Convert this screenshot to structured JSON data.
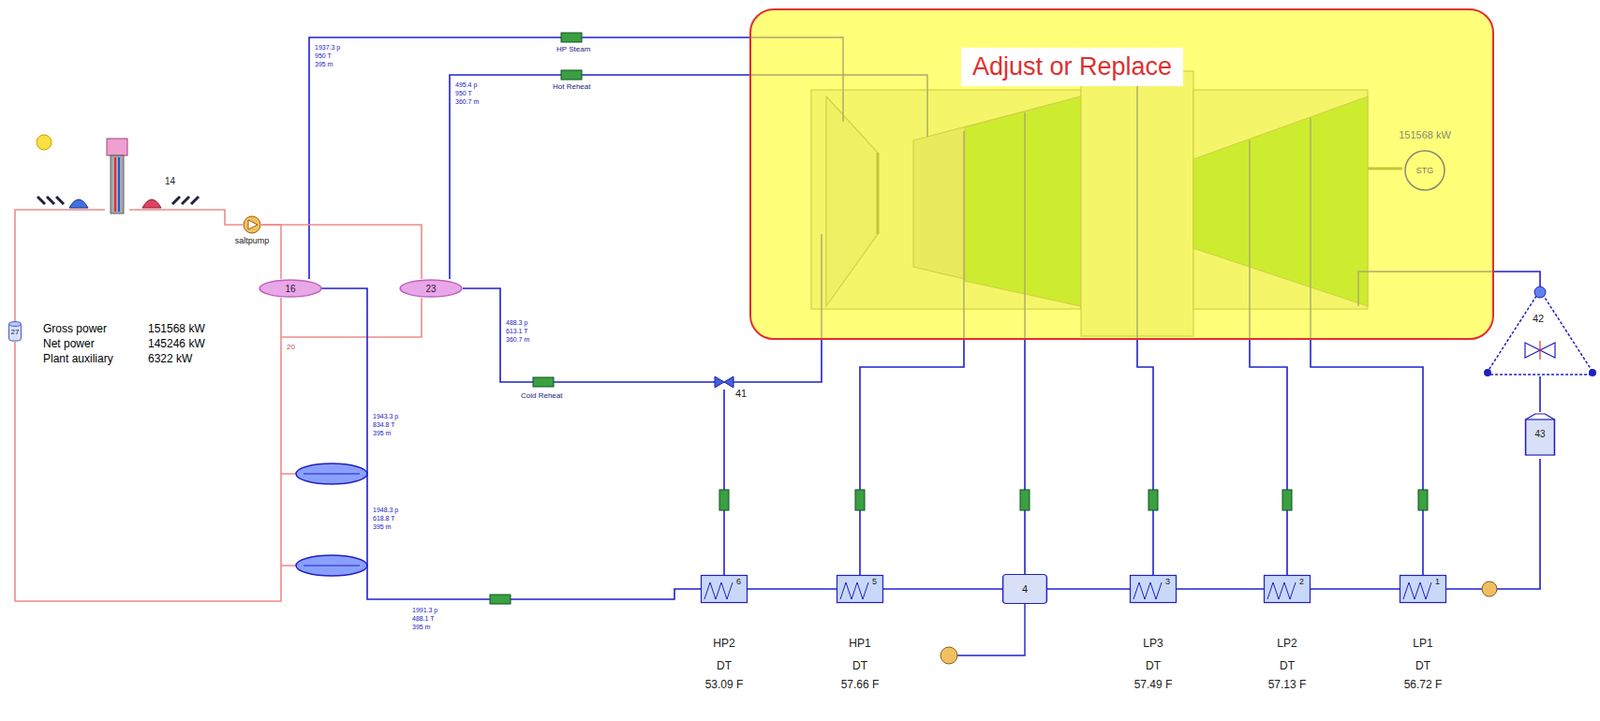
{
  "diagram": {
    "nodes": [
      {
        "text": [
          "Adjust or Replace"
        ]
      },
      {
        "text": [
          "151568 kW",
          "STG"
        ],
        "in": 0
      },
      {
        "text": [
          "27"
        ]
      },
      {
        "text": [
          "14"
        ]
      },
      {
        "text": [
          "saltpump"
        ]
      },
      {
        "text": [
          "16"
        ]
      },
      {
        "text": [
          "23"
        ]
      },
      {
        "text": [
          "41"
        ]
      },
      {
        "text": [
          "6",
          "HP2",
          "DT",
          "53.09 F"
        ]
      },
      {
        "text": [
          "5",
          "HP1",
          "DT",
          "57.66 F"
        ]
      },
      {
        "text": [
          "4"
        ]
      },
      {
        "text": [
          "3",
          "LP3",
          "DT",
          "57.49 F"
        ]
      },
      {
        "text": [
          "2",
          "LP2",
          "DT",
          "57.13 F"
        ]
      },
      {
        "text": [
          "1",
          "LP1",
          "DT",
          "56.72 F"
        ]
      },
      {
        "text": [
          "42"
        ]
      },
      {
        "text": [
          "43"
        ]
      }
    ],
    "edges": [
      {
        "from": 0,
        "to": 7,
        "arrow": "none"
      },
      {
        "from": 7,
        "to": 8,
        "arrow": "none"
      },
      {
        "from": 7,
        "to": 6,
        "arrow": "none"
      },
      {
        "from": 6,
        "to": 0,
        "arrow": "none"
      },
      {
        "from": 5,
        "to": 0,
        "arrow": "none"
      },
      {
        "from": 4,
        "to": 5,
        "arrow": "none"
      },
      {
        "from": 4,
        "to": 6,
        "arrow": "none"
      },
      {
        "from": 2,
        "to": 3,
        "arrow": "none"
      },
      {
        "from": 3,
        "to": 4,
        "arrow": "none"
      },
      {
        "from": 14,
        "to": 15,
        "arrow": "none"
      },
      {
        "from": 15,
        "to": 13,
        "arrow": "none"
      },
      {
        "from": 13,
        "to": 12,
        "arrow": "none"
      },
      {
        "from": 12,
        "to": 11,
        "arrow": "none"
      },
      {
        "from": 11,
        "to": 10,
        "arrow": "none"
      },
      {
        "from": 10,
        "to": 9,
        "arrow": "none"
      },
      {
        "from": 9,
        "to": 8,
        "arrow": "none"
      },
      {
        "from": 0,
        "to": 9,
        "arrow": "none"
      },
      {
        "from": 0,
        "to": 10,
        "arrow": "none"
      },
      {
        "from": 0,
        "to": 11,
        "arrow": "none"
      },
      {
        "from": 0,
        "to": 12,
        "arrow": "none"
      },
      {
        "from": 0,
        "to": 13,
        "arrow": "none"
      },
      {
        "from": 0,
        "to": 14,
        "arrow": "none"
      }
    ],
    "labels": [
      "Gross power",
      "151568 kW",
      "Net power",
      "145246 kW",
      "Plant auxiliary",
      "6322 kW",
      "HP Steam",
      "Hot Reheat",
      "Cold Reheat",
      "20",
      "1937.3 p",
      "950 T",
      "395 m",
      "495.4 p",
      "950 T",
      "360.7 m",
      "488.3 p",
      "613.1 T",
      "360.7 m",
      "1943.3 p",
      "834.8 T",
      "395 m",
      "1948.3 p",
      "618.8 T",
      "395 m",
      "1991.3 p",
      "488.1 T",
      "395 m"
    ]
  }
}
